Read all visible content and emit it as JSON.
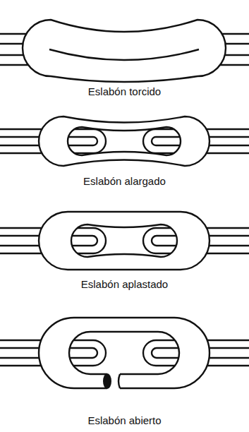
{
  "diagram": {
    "labels": [
      "Eslabón torcido",
      "Eslabón alargado",
      "Eslabón aplastado",
      "Eslabón abierto"
    ]
  }
}
